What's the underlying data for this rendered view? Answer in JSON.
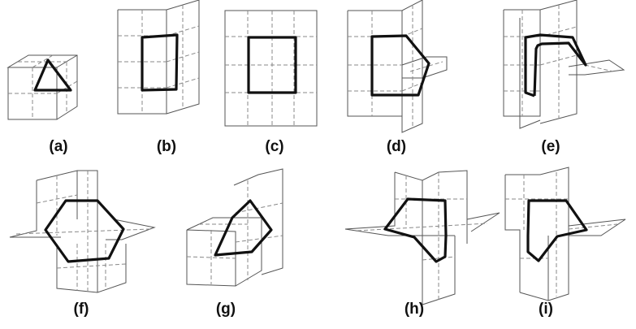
{
  "panels": [
    {
      "id": "a",
      "label": "(a)"
    },
    {
      "id": "b",
      "label": "(b)"
    },
    {
      "id": "c",
      "label": "(c)"
    },
    {
      "id": "d",
      "label": "(d)"
    },
    {
      "id": "e",
      "label": "(e)"
    },
    {
      "id": "f",
      "label": "(f)"
    },
    {
      "id": "g",
      "label": "(g)"
    },
    {
      "id": "h",
      "label": "(h)"
    },
    {
      "id": "i",
      "label": "(i)"
    }
  ]
}
